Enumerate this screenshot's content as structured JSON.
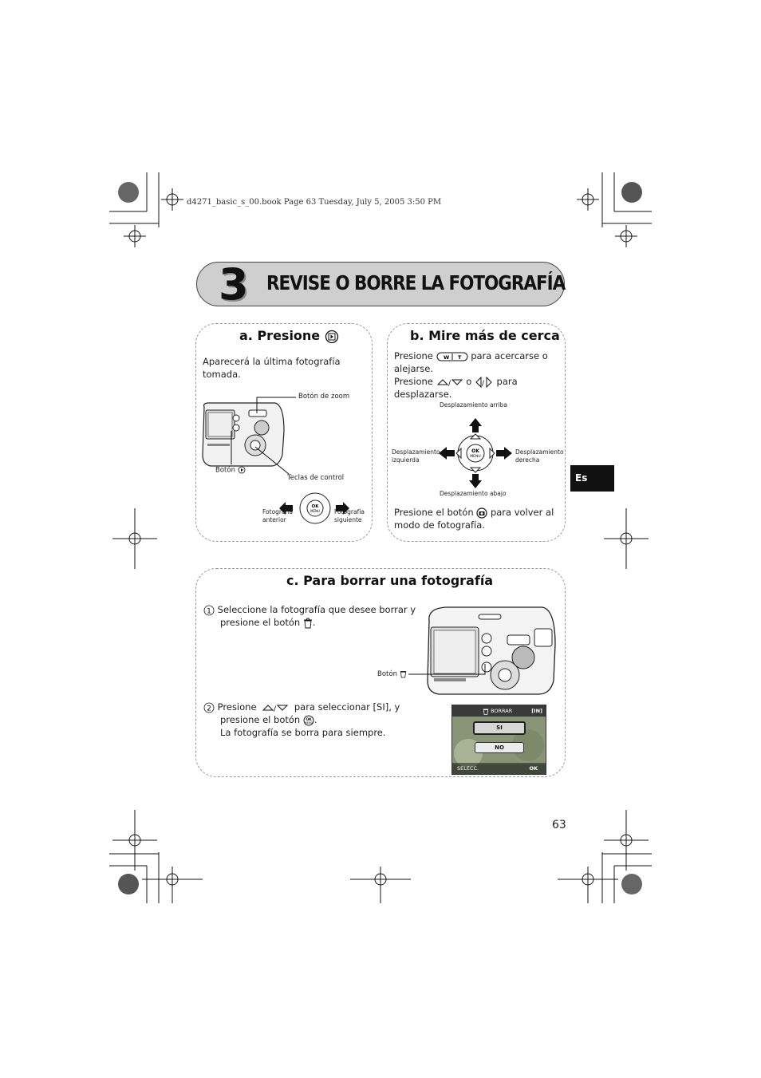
{
  "header": {
    "file_info": "d4271_basic_s_00.book  Page 63  Tuesday, July 5, 2005  3:50 PM"
  },
  "title": {
    "number": "3",
    "text": "REVISE O BORRE LA FOTOGRAFÍA"
  },
  "panel_a": {
    "title": "a. Presione",
    "text": "Aparecerá la última fotografía tomada.",
    "labels": {
      "zoom": "Botón de zoom",
      "boton": "Botón",
      "teclas": "Teclas de control",
      "prev_1": "Fotografía",
      "prev_2": "anterior",
      "next_1": "Fotografía",
      "next_2": "siguiente"
    }
  },
  "panel_b": {
    "title": "b. Mire más de cerca",
    "line1a": "Presione",
    "line1b": "para acercarse o",
    "line1c": "alejarse.",
    "line2a": "Presione",
    "line2b": "o",
    "line2c": "para",
    "line2d": "desplazarse.",
    "up": "Desplazamiento arriba",
    "left_1": "Desplazamiento",
    "left_2": "izquierda",
    "right_1": "Desplazamiento",
    "right_2": "derecha",
    "down": "Desplazamiento abajo",
    "footer_a": "Presione el botón",
    "footer_b": "para volver al",
    "footer_c": "modo de fotografía."
  },
  "panel_c": {
    "title": "c. Para borrar una fotografía",
    "step1_a": "Seleccione la fotografía que desee borrar y",
    "step1_b": "presione el botón",
    "step1_c": ".",
    "boton_label": "Botón",
    "step2_a": "Presione",
    "step2_b": "para seleccionar [SI], y",
    "step2_c": "presione el botón",
    "step2_d": ".",
    "step2_e": "La fotografía se borra para siempre.",
    "lcd": {
      "title": "BORRAR",
      "memory": "[IN]",
      "yes": "SI",
      "no": "NO",
      "select": "SELECC.",
      "ok": "OK"
    }
  },
  "sidebar": {
    "language_tab": "Es"
  },
  "footer": {
    "page_number": "63"
  }
}
